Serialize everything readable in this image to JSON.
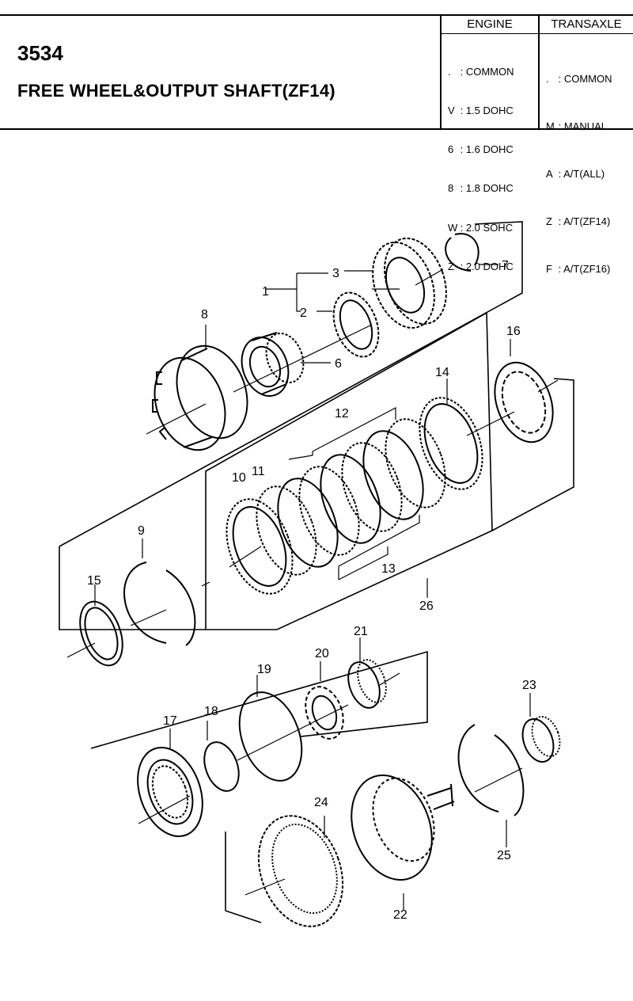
{
  "header": {
    "number": "3534",
    "title": "FREE WHEEL&OUTPUT SHAFT(ZF14)",
    "engine_header": "ENGINE",
    "transaxle_header": "TRANSAXLE",
    "engine_codes": [
      {
        "code": ".",
        "desc": "COMMON"
      },
      {
        "code": "V",
        "desc": "1.5 DOHC"
      },
      {
        "code": "6",
        "desc": "1.6 DOHC"
      },
      {
        "code": "8",
        "desc": "1.8 DOHC"
      },
      {
        "code": "W",
        "desc": "2.0 SOHC"
      },
      {
        "code": "Z",
        "desc": "2.0 DOHC"
      }
    ],
    "transaxle_codes": [
      {
        "code": ".",
        "desc": "COMMON"
      },
      {
        "code": "M",
        "desc": "MANUAL"
      },
      {
        "code": "A",
        "desc": "A/T(ALL)"
      },
      {
        "code": "Z",
        "desc": "A/T(ZF14)"
      },
      {
        "code": "F",
        "desc": "A/T(ZF16)"
      }
    ]
  },
  "callouts": [
    "1",
    "2",
    "3",
    "6",
    "7",
    "8",
    "9",
    "10",
    "11",
    "12",
    "13",
    "14",
    "15",
    "16",
    "17",
    "18",
    "19",
    "20",
    "21",
    "22",
    "23",
    "24",
    "25",
    "26"
  ]
}
